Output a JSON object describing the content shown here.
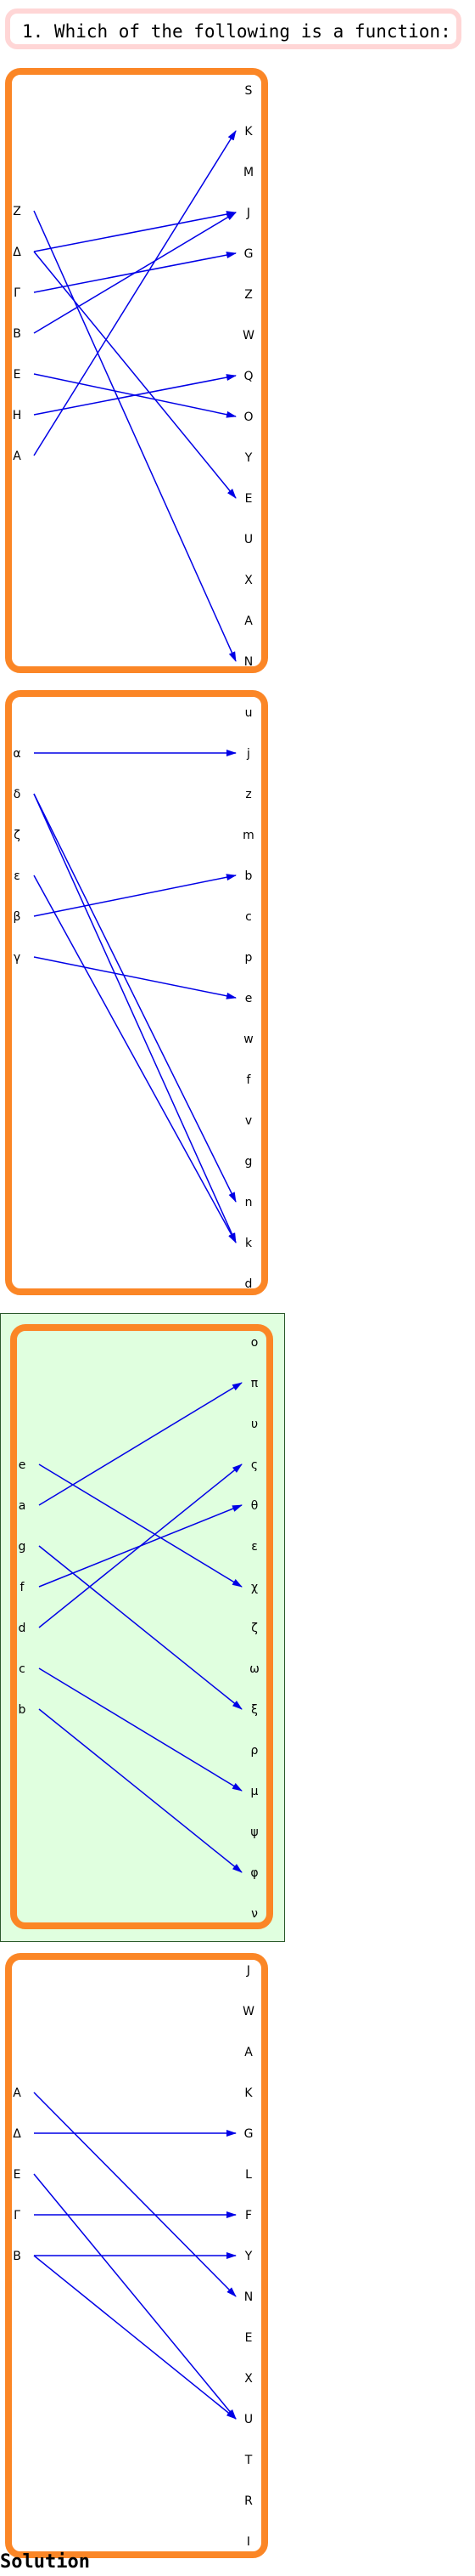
{
  "question": "1. Which of the following is a function:",
  "solution_label": "Solution",
  "colors": {
    "frame": "#fb8626",
    "question_border": "#ffd6d6",
    "arrow": "#0000e6",
    "highlight_bg": "#e0ffdf",
    "highlight_border": "#2b5a2b"
  },
  "options": [
    {
      "left": [
        "Z",
        "Δ",
        "Γ",
        "B",
        "E",
        "H",
        "A"
      ],
      "right": [
        "S",
        "K",
        "M",
        "J",
        "G",
        "Z",
        "W",
        "Q",
        "O",
        "Y",
        "E",
        "U",
        "X",
        "A",
        "N"
      ],
      "mappings": [
        [
          0,
          14
        ],
        [
          1,
          3
        ],
        [
          1,
          10
        ],
        [
          2,
          4
        ],
        [
          3,
          3
        ],
        [
          4,
          8
        ],
        [
          5,
          7
        ],
        [
          6,
          1
        ]
      ]
    },
    {
      "left": [
        "α",
        "δ",
        "ζ",
        "ε",
        "β",
        "γ"
      ],
      "right": [
        "u",
        "j",
        "z",
        "m",
        "b",
        "c",
        "p",
        "e",
        "w",
        "f",
        "v",
        "g",
        "n",
        "k",
        "d"
      ],
      "mappings": [
        [
          0,
          1
        ],
        [
          1,
          12
        ],
        [
          1,
          13
        ],
        [
          3,
          13
        ],
        [
          4,
          4
        ],
        [
          5,
          7
        ]
      ]
    },
    {
      "left": [
        "e",
        "a",
        "g",
        "f",
        "d",
        "c",
        "b"
      ],
      "right": [
        "o",
        "π",
        "υ",
        "ς",
        "θ",
        "ε",
        "χ",
        "ζ",
        "ω",
        "ξ",
        "ρ",
        "μ",
        "ψ",
        "φ",
        "ν"
      ],
      "mappings": [
        [
          0,
          6
        ],
        [
          1,
          1
        ],
        [
          2,
          9
        ],
        [
          3,
          4
        ],
        [
          4,
          3
        ],
        [
          5,
          11
        ],
        [
          6,
          13
        ]
      ],
      "selected": true
    },
    {
      "left": [
        "A",
        "Δ",
        "E",
        "Γ",
        "B"
      ],
      "right": [
        "J",
        "W",
        "A",
        "K",
        "G",
        "L",
        "F",
        "Y",
        "N",
        "E",
        "X",
        "U",
        "T",
        "R",
        "I"
      ],
      "mappings": [
        [
          0,
          8
        ],
        [
          1,
          4
        ],
        [
          2,
          11
        ],
        [
          3,
          6
        ],
        [
          4,
          7
        ],
        [
          4,
          11
        ]
      ]
    }
  ]
}
